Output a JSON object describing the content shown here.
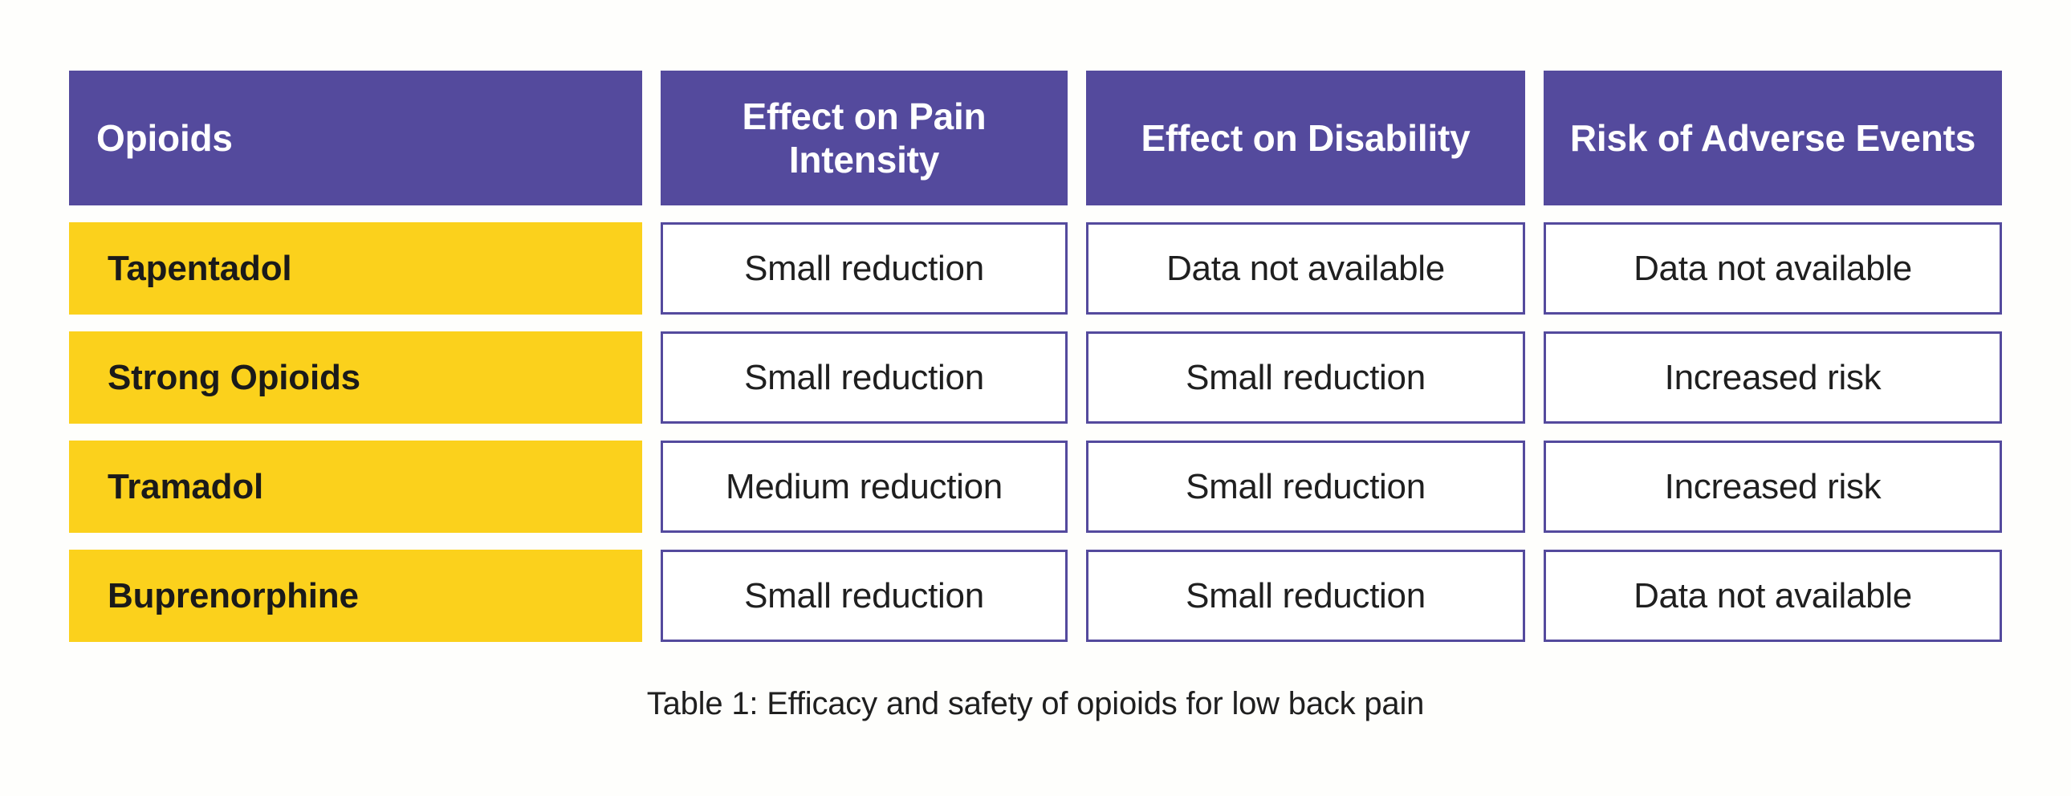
{
  "figure": {
    "background_color": "#fefefc",
    "caption": "Table 1: Efficacy and safety of opioids for low back pain"
  },
  "colors": {
    "header_purple": "#544a9d",
    "row_label_yellow": "#fbd11c",
    "cell_border_purple": "#544a9d",
    "header_text": "#ffffff",
    "body_text": "#1f1f1f"
  },
  "chart_data": {
    "type": "table",
    "title": "Table 1: Efficacy and safety of opioids for low back pain",
    "columns": [
      "Opioids",
      "Effect on Pain Intensity",
      "Effect on Disability",
      "Risk of Adverse Events"
    ],
    "rows": [
      {
        "opioid": "Tapentadol",
        "effect_on_pain_intensity": "Small reduction",
        "effect_on_disability": "Data not available",
        "risk_of_adverse_events": "Data not available"
      },
      {
        "opioid": "Strong Opioids",
        "effect_on_pain_intensity": "Small reduction",
        "effect_on_disability": "Small reduction",
        "risk_of_adverse_events": "Increased risk"
      },
      {
        "opioid": "Tramadol",
        "effect_on_pain_intensity": "Medium reduction",
        "effect_on_disability": "Small reduction",
        "risk_of_adverse_events": "Increased risk"
      },
      {
        "opioid": "Buprenorphine",
        "effect_on_pain_intensity": "Small reduction",
        "effect_on_disability": "Small reduction",
        "risk_of_adverse_events": "Data not available"
      }
    ]
  }
}
